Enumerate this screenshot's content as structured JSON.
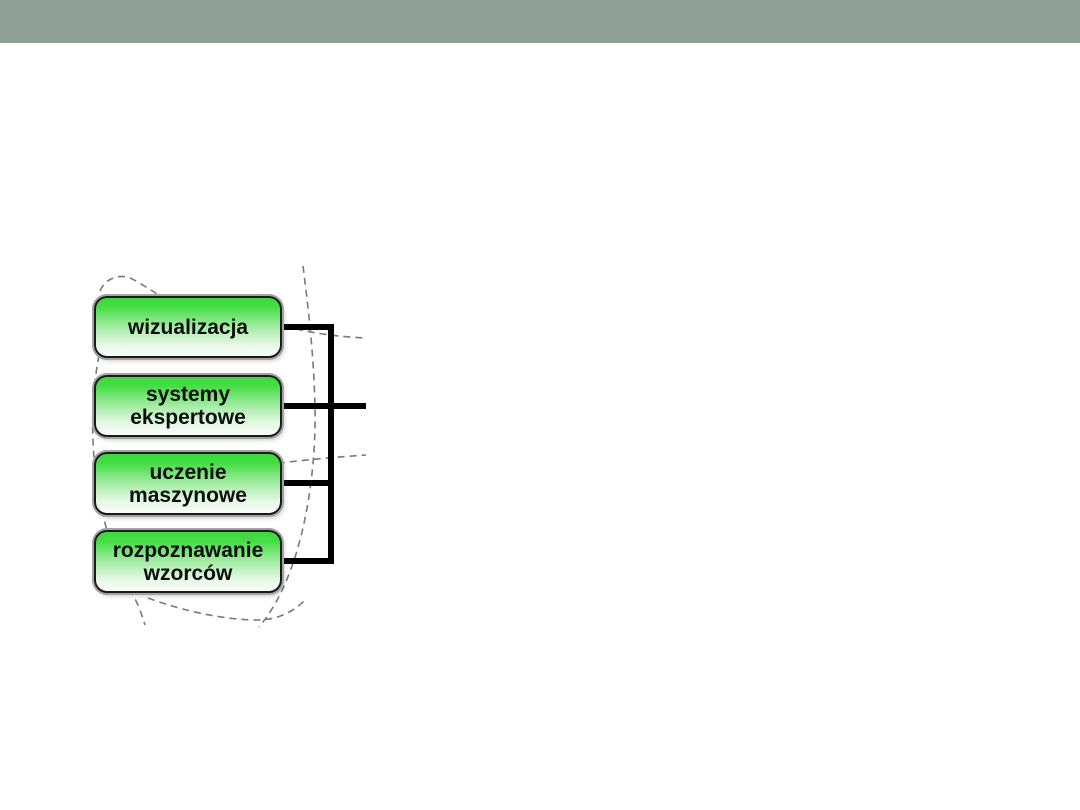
{
  "slide": {
    "background_color": "#ffffff",
    "top_bar": {
      "color": "#91a098"
    }
  },
  "diagram": {
    "type": "diagram",
    "description": "Four green rounded nodes connected by thick black elbow connectors to a vertical trunk; main branch line runs to the right and is cut off; dashed gray ellipse arcs pass behind the nodes",
    "nodes": [
      {
        "label": "wizualizacja"
      },
      {
        "label": "systemy\nekspertowe"
      },
      {
        "label": "uczenie\nmaszynowe"
      },
      {
        "label": "rozpoznawanie\nwzorców"
      }
    ],
    "style": {
      "node_fill_top": "#3bda3b",
      "node_fill_bottom": "#f8fdf8",
      "node_border_color": "#1a1a1a",
      "node_halo_color": "#a3a3a3",
      "text_color": "#0d0d0d",
      "connector_color": "#000000",
      "guide_color": "#7a7a7a"
    }
  }
}
